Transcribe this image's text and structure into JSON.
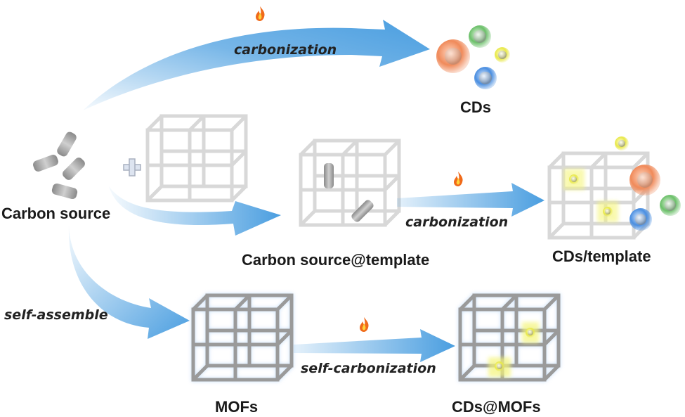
{
  "labels": {
    "carbon_source": "Carbon source",
    "cds": "CDs",
    "carbon_source_template": "Carbon source@template",
    "cds_template": "CDs/template",
    "mofs": "MOFs",
    "cds_mofs": "CDs@MOFs"
  },
  "steps": {
    "carbonization_top": "carbonization",
    "carbonization_middle": "carbonization",
    "self_assemble": "self-assemble",
    "self_carbonization": "self-carbonization"
  },
  "colors": {
    "arrow": "#4a9ee0",
    "frame": "#d4d4d4",
    "mof_frame": "#9a9a9a",
    "mof_glow": "#9cc6f5",
    "cd_orange": "#f08a5a",
    "cd_green": "#6cc06a",
    "cd_blue": "#4a8ee0",
    "cd_yellow": "#e8e84a",
    "flame": "#f06a1a"
  },
  "icons": [
    "flame-icon",
    "plus-icon",
    "carbon-rod-icon",
    "cube-frame-icon",
    "carbon-dot-icon"
  ]
}
